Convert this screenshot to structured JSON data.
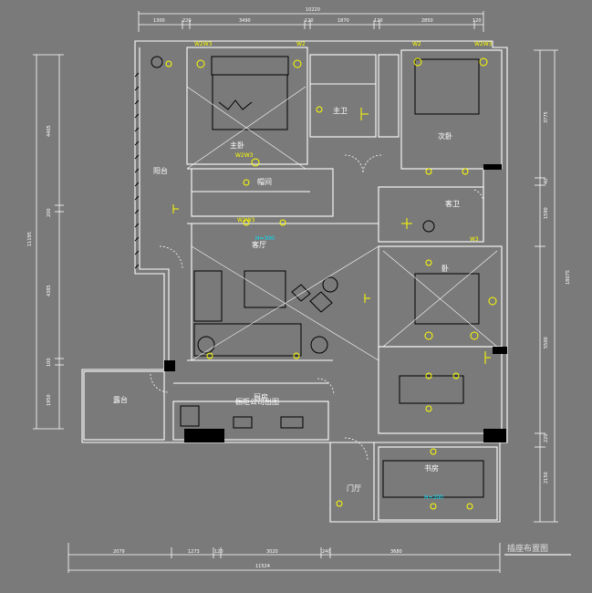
{
  "plan": {
    "title": "插座布置图",
    "rooms": {
      "master_bedroom": "主卧",
      "master_bath": "主卫",
      "second_bedroom": "次卧",
      "balcony": "阳台",
      "cloakroom": "帽间",
      "guest_bath": "客卫",
      "living_room": "客厅",
      "bedroom": "卧",
      "kitchen": "厨房",
      "kitchen_note": "橱柜公司出图",
      "terrace": "露台",
      "foyer": "门厅",
      "study": "书房"
    },
    "dims_top": [
      "10220",
      "1300",
      "220",
      "3490",
      "120",
      "1870",
      "120",
      "2850",
      "120"
    ],
    "dims_bottom": [
      "11524",
      "2079",
      "1273",
      "120",
      "3020",
      "240",
      "3680"
    ],
    "dims_left": [
      "11195",
      "4405",
      "200",
      "4385",
      "100",
      "1950"
    ],
    "dims_right": [
      "18075",
      "3775",
      "40",
      "1590",
      "5500",
      "220",
      "2150"
    ],
    "socket_tags": [
      "W2W3",
      "W2W3",
      "W2",
      "W2",
      "W2W3",
      "W2W3",
      "W3"
    ],
    "cyan_tags": [
      "H=300",
      "H=300"
    ]
  }
}
